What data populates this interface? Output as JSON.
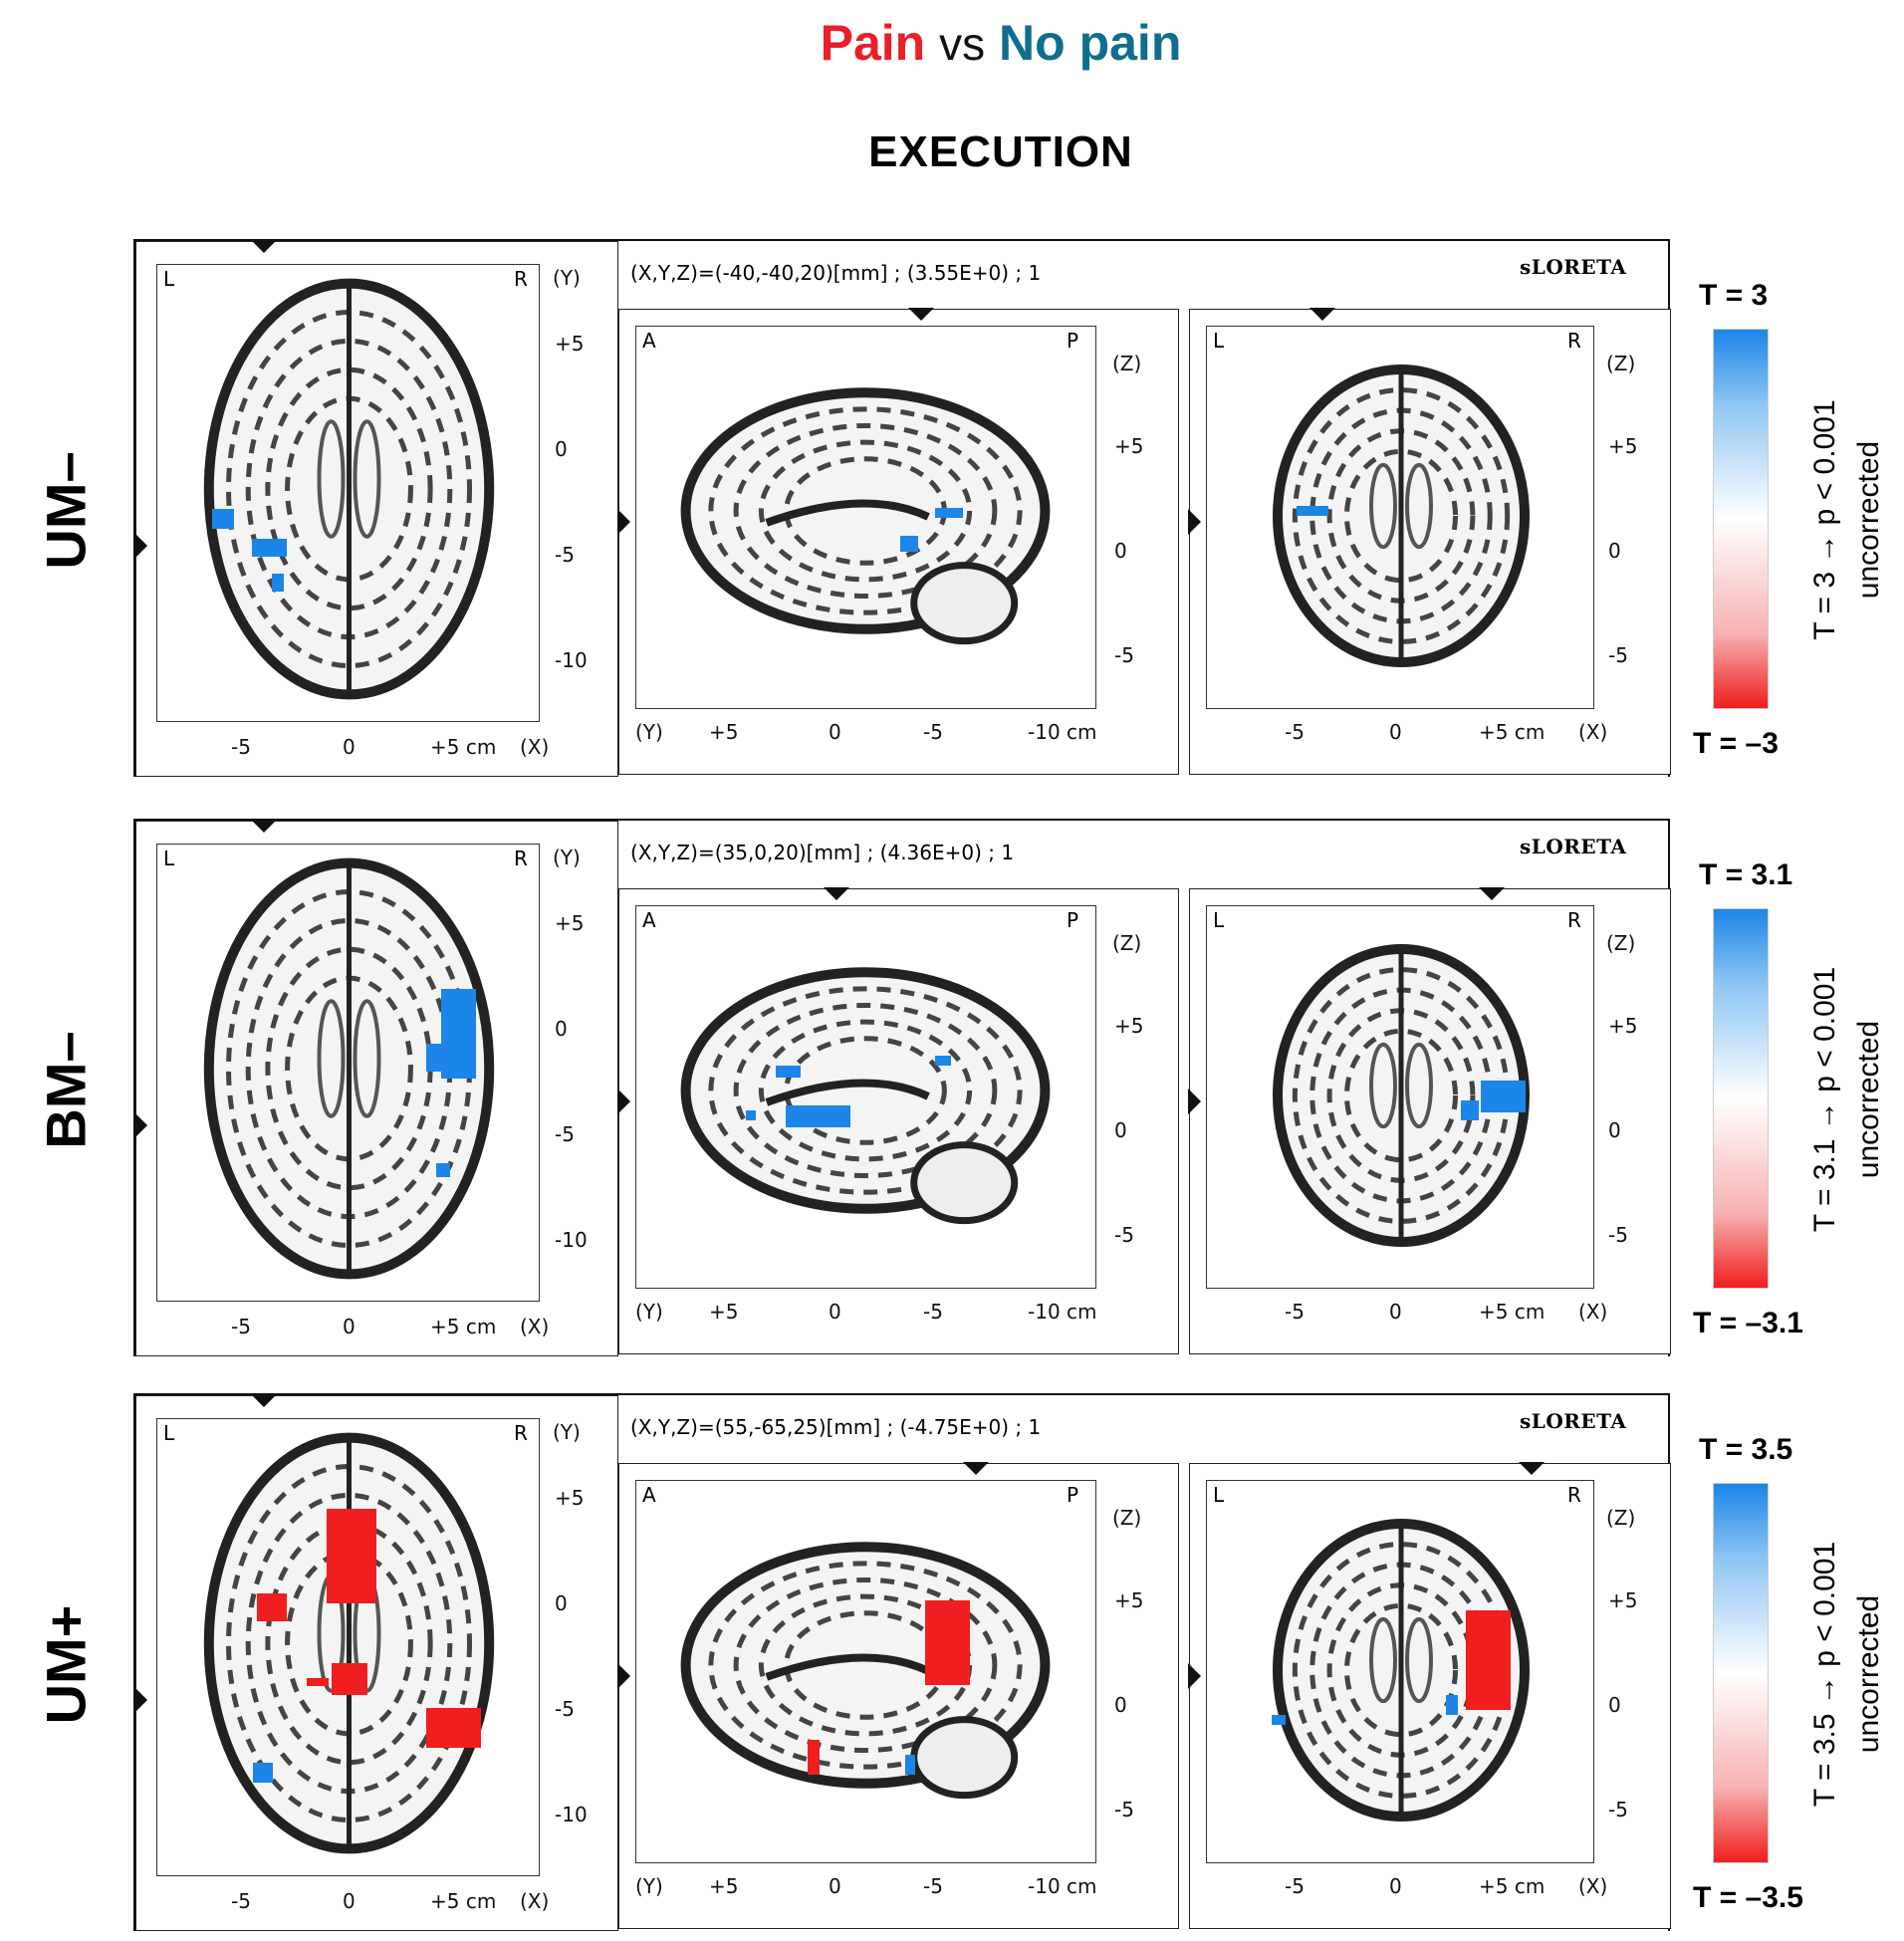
{
  "header": {
    "title_pain": "Pain",
    "title_vs": "vs",
    "title_nopain": "No pain",
    "subtitle": "EXECUTION"
  },
  "rows": [
    {
      "label": "UM–",
      "coords": "(X,Y,Z)=(-40,-40,20)[mm] ; (3.55E+0) ; 1",
      "colorbar": {
        "top": "T = 3",
        "bottom": "T = –3",
        "threshold": "T = 3 → p < 0.001",
        "note": "uncorrected"
      }
    },
    {
      "label": "BM–",
      "coords": "(X,Y,Z)=(35,0,20)[mm] ; (4.36E+0) ; 1",
      "colorbar": {
        "top": "T = 3.1",
        "bottom": "T = –3.1",
        "threshold": "T = 3.1 → p < 0.001",
        "note": "uncorrected"
      }
    },
    {
      "label": "UM+",
      "coords": "(X,Y,Z)=(55,-65,25)[mm] ; (-4.75E+0) ; 1",
      "colorbar": {
        "top": "T = 3.5",
        "bottom": "T = –3.5",
        "threshold": "T = 3.5 → p < 0.001",
        "note": "uncorrected"
      }
    }
  ],
  "brand": "sLORETA",
  "axial": {
    "corner_left": "L",
    "corner_right": "R",
    "axis_y": "(Y)",
    "y_ticks": [
      "+5",
      "0",
      "-5",
      "-10"
    ],
    "x_ticks": [
      "-5",
      "0",
      "+5 cm",
      "(X)"
    ]
  },
  "sagittal": {
    "corner_left": "A",
    "corner_right": "P",
    "axis_z": "(Z)",
    "z_ticks": [
      "+5",
      "0",
      "-5"
    ],
    "y_ticks": [
      "(Y)",
      "+5",
      "0",
      "-5",
      "-10 cm"
    ]
  },
  "coronal": {
    "corner_left": "L",
    "corner_right": "R",
    "axis_z": "(Z)",
    "z_ticks": [
      "+5",
      "0",
      "-5"
    ],
    "x_ticks": [
      "-5",
      "0",
      "+5 cm",
      "(X)"
    ]
  },
  "colors": {
    "pain": "#e8202a",
    "nopain": "#0f6e8c",
    "blue_blob": "#1b86e8",
    "red_blob": "#f01e1e"
  }
}
